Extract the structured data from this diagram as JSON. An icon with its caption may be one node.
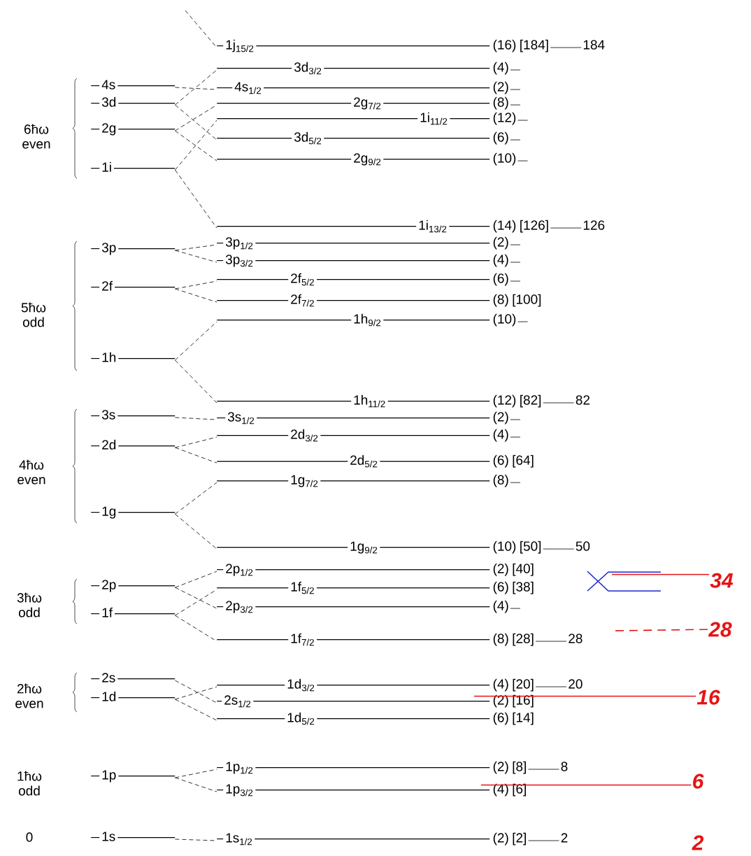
{
  "diagram": {
    "nodes": [
      {
        "text": [
          "1j$_{15/2}$"
        ],
        "beside": [
          "(16)",
          "[184]",
          "184"
        ]
      },
      {
        "text": [
          "3d$_{3/2}$"
        ],
        "beside": [
          "(4)"
        ]
      },
      {
        "text": [
          "4s"
        ]
      },
      {
        "text": [
          "4s$_{1/2}$"
        ],
        "beside": [
          "(2)"
        ]
      },
      {
        "text": [
          "3d"
        ]
      },
      {
        "text": [
          "2g$_{7/2}$"
        ],
        "beside": [
          "(8)"
        ]
      },
      {
        "text": [
          "1i$_{11/2}$"
        ],
        "beside": [
          "(12)"
        ]
      },
      {
        "text": [
          "2g"
        ]
      },
      {
        "text": [
          "3d$_{5/2}$"
        ],
        "beside": [
          "(6)"
        ]
      },
      {
        "text": [
          "2g$_{9/2}$"
        ],
        "beside": [
          "(10)"
        ]
      },
      {
        "text": [
          "1i"
        ]
      },
      {
        "text": [
          "1i$_{13/2}$"
        ],
        "beside": [
          "(14)",
          "[126]",
          "126"
        ]
      },
      {
        "text": [
          "3p$_{1/2}$"
        ],
        "beside": [
          "(2)"
        ]
      },
      {
        "text": [
          "3p"
        ]
      },
      {
        "text": [
          "3p$_{3/2}$"
        ],
        "beside": [
          "(4)"
        ]
      },
      {
        "text": [
          "2f$_{5/2}$"
        ],
        "beside": [
          "(6)"
        ]
      },
      {
        "text": [
          "2f"
        ]
      },
      {
        "text": [
          "2f$_{7/2}$"
        ],
        "beside": [
          "(8)",
          "[100]"
        ]
      },
      {
        "text": [
          "1h$_{9/2}$"
        ],
        "beside": [
          "(10)"
        ]
      },
      {
        "text": [
          "1h"
        ]
      },
      {
        "text": [
          "1h$_{11/2}$"
        ],
        "beside": [
          "(12)",
          "[82]",
          "82"
        ]
      },
      {
        "text": [
          "3s"
        ]
      },
      {
        "text": [
          "3s$_{1/2}$"
        ],
        "beside": [
          "(2)"
        ]
      },
      {
        "text": [
          "2d$_{3/2}$"
        ],
        "beside": [
          "(4)"
        ]
      },
      {
        "text": [
          "2d"
        ]
      },
      {
        "text": [
          "2d$_{5/2}$"
        ],
        "beside": [
          "(6)",
          "[64]"
        ]
      },
      {
        "text": [
          "1g$_{7/2}$"
        ],
        "beside": [
          "(8)"
        ]
      },
      {
        "text": [
          "1g"
        ]
      },
      {
        "text": [
          "1g$_{9/2}$"
        ],
        "beside": [
          "(10)",
          "[50]",
          "50"
        ]
      },
      {
        "text": [
          "2p$_{1/2}$"
        ],
        "beside": [
          "(2)",
          "[40]"
        ]
      },
      {
        "text": [
          "2p"
        ]
      },
      {
        "text": [
          "1f$_{5/2}$"
        ],
        "beside": [
          "(6)",
          "[38]"
        ]
      },
      {
        "text": [
          "2p$_{3/2}$"
        ],
        "beside": [
          "(4)"
        ]
      },
      {
        "text": [
          "1f"
        ]
      },
      {
        "text": [
          "1f$_{7/2}$"
        ],
        "beside": [
          "(8)",
          "[28]",
          "28"
        ]
      },
      {
        "text": [
          "2s"
        ]
      },
      {
        "text": [
          "1d$_{3/2}$"
        ],
        "beside": [
          "(4)",
          "[20]",
          "20"
        ]
      },
      {
        "text": [
          "1d"
        ]
      },
      {
        "text": [
          "2s$_{1/2}$"
        ],
        "beside": [
          "(2)",
          "[16]"
        ]
      },
      {
        "text": [
          "1d$_{5/2}$"
        ],
        "beside": [
          "(6)",
          "[14]"
        ]
      },
      {
        "text": [
          "1p$_{1/2}$"
        ],
        "beside": [
          "(2)",
          "[8]",
          "8"
        ]
      },
      {
        "text": [
          "1p"
        ]
      },
      {
        "text": [
          "1p$_{3/2}$"
        ],
        "beside": [
          "(4)",
          "[6]"
        ]
      },
      {
        "text": [
          "1s"
        ]
      },
      {
        "text": [
          "1s$_{1/2}$"
        ],
        "beside": [
          "(2)",
          "[2]",
          "2"
        ]
      },
      {
        "text": [
          "34"
        ]
      },
      {
        "text": [
          "28"
        ]
      },
      {
        "text": [
          "16"
        ]
      },
      {
        "text": [
          "6"
        ]
      }
    ],
    "edges": [
      {
        "from": null,
        "to": 0,
        "arrow": "none",
        "style": "dashed"
      },
      {
        "from": 4,
        "to": 1,
        "arrow": "none",
        "style": "dashed"
      },
      {
        "from": 2,
        "to": 3,
        "arrow": "none",
        "style": "dashed"
      },
      {
        "from": 7,
        "to": 5,
        "arrow": "none",
        "style": "dashed"
      },
      {
        "from": 10,
        "to": 6,
        "arrow": "none",
        "style": "dashed"
      },
      {
        "from": 4,
        "to": 8,
        "arrow": "none",
        "style": "dashed"
      },
      {
        "from": 7,
        "to": 9,
        "arrow": "none",
        "style": "dashed"
      },
      {
        "from": 10,
        "to": 11,
        "arrow": "none",
        "style": "dashed"
      },
      {
        "from": 13,
        "to": 12,
        "arrow": "none",
        "style": "dashed"
      },
      {
        "from": 13,
        "to": 14,
        "arrow": "none",
        "style": "dashed"
      },
      {
        "from": 16,
        "to": 15,
        "arrow": "none",
        "style": "dashed"
      },
      {
        "from": 16,
        "to": 17,
        "arrow": "none",
        "style": "dashed"
      },
      {
        "from": 19,
        "to": 18,
        "arrow": "none",
        "style": "dashed"
      },
      {
        "from": 19,
        "to": 20,
        "arrow": "none",
        "style": "dashed"
      },
      {
        "from": 21,
        "to": 22,
        "arrow": "none",
        "style": "dashed"
      },
      {
        "from": 24,
        "to": 23,
        "arrow": "none",
        "style": "dashed"
      },
      {
        "from": 24,
        "to": 25,
        "arrow": "none",
        "style": "dashed"
      },
      {
        "from": 27,
        "to": 26,
        "arrow": "none",
        "style": "dashed"
      },
      {
        "from": 27,
        "to": 28,
        "arrow": "none",
        "style": "dashed"
      },
      {
        "from": 30,
        "to": 29,
        "arrow": "none",
        "style": "dashed"
      },
      {
        "from": 30,
        "to": 32,
        "arrow": "none",
        "style": "dashed"
      },
      {
        "from": 33,
        "to": 31,
        "arrow": "none",
        "style": "dashed"
      },
      {
        "from": 33,
        "to": 34,
        "arrow": "none",
        "style": "dashed"
      },
      {
        "from": 35,
        "to": 38,
        "arrow": "none",
        "style": "dashed"
      },
      {
        "from": 37,
        "to": 36,
        "arrow": "none",
        "style": "dashed"
      },
      {
        "from": 37,
        "to": 39,
        "arrow": "none",
        "style": "dashed"
      },
      {
        "from": 41,
        "to": 40,
        "arrow": "none",
        "style": "dashed"
      },
      {
        "from": 41,
        "to": 42,
        "arrow": "none",
        "style": "dashed"
      },
      {
        "from": 43,
        "to": 44,
        "arrow": "none",
        "style": "dashed"
      },
      {
        "from": 45,
        "to": 28,
        "arrow": "none",
        "color": "#e61414"
      },
      {
        "from": 46,
        "to": null,
        "arrow": "none",
        "style": "dashed",
        "color": "#e61414"
      },
      {
        "from": 47,
        "to": 38,
        "arrow": "none",
        "color": "#e61414"
      },
      {
        "from": 48,
        "to": 42,
        "arrow": "none",
        "color": "#e61414"
      }
    ],
    "labels": [
      "6ħω even",
      "5ħω odd",
      "4ħω even",
      "3ħω odd",
      "2ħω even",
      "1ħω odd",
      "0",
      "2"
    ]
  }
}
